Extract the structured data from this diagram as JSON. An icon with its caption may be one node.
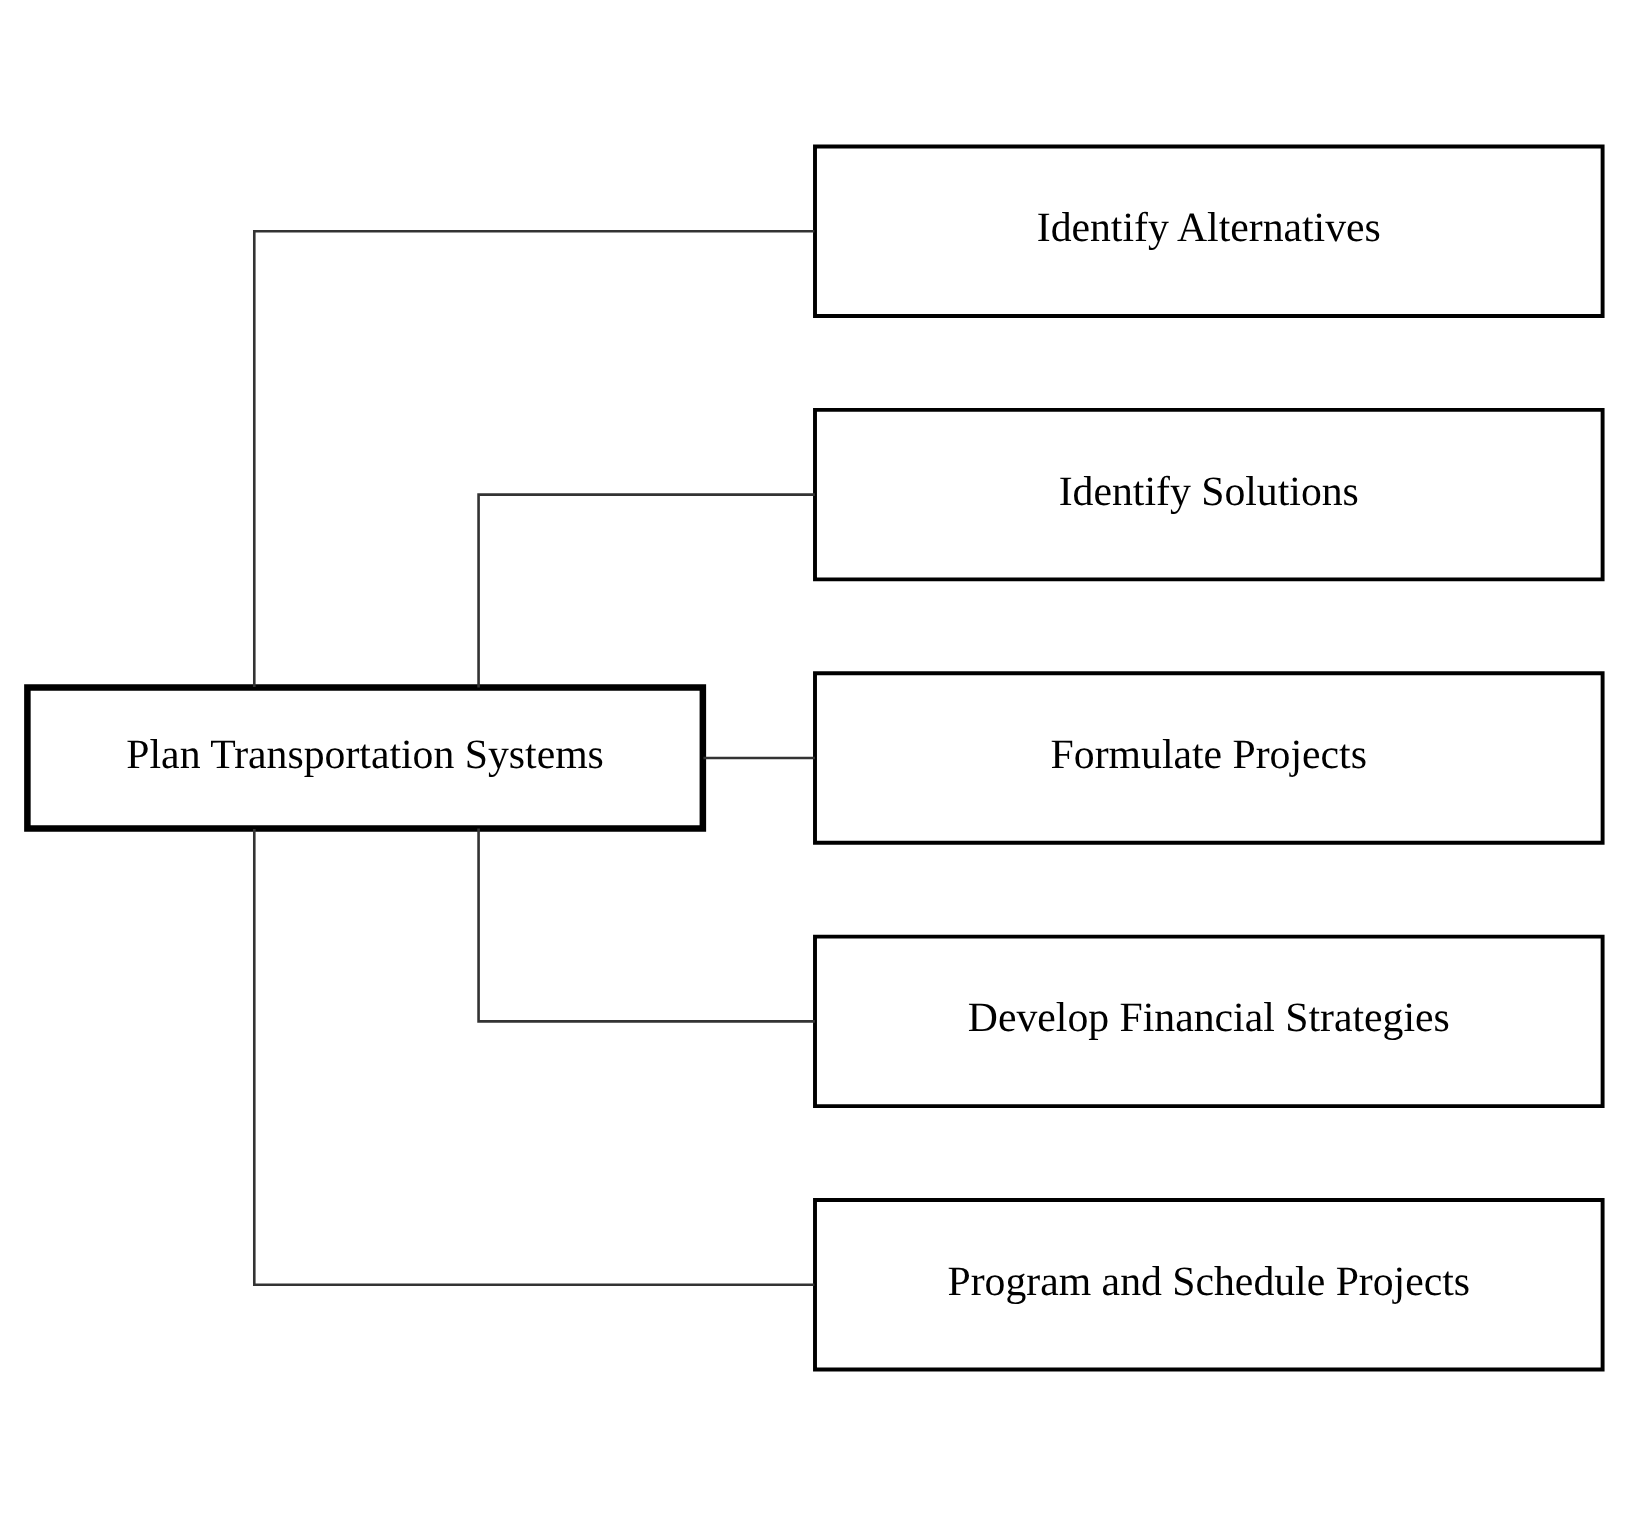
{
  "diagram": {
    "nodes": [
      {
        "text": [
          "Plan Transportation Systems"
        ]
      },
      {
        "text": [
          "Identify Alternatives"
        ]
      },
      {
        "text": [
          "Identify Solutions"
        ]
      },
      {
        "text": [
          "Formulate Projects"
        ]
      },
      {
        "text": [
          "Develop Financial Strategies"
        ]
      },
      {
        "text": [
          "Program and Schedule Projects"
        ]
      }
    ],
    "edges": [
      {
        "from": 0,
        "to": 1,
        "arrow": "none"
      },
      {
        "from": 0,
        "to": 2,
        "arrow": "none"
      },
      {
        "from": 0,
        "to": 3,
        "arrow": "none"
      },
      {
        "from": 0,
        "to": 4,
        "arrow": "none"
      },
      {
        "from": 0,
        "to": 5,
        "arrow": "none"
      }
    ]
  }
}
